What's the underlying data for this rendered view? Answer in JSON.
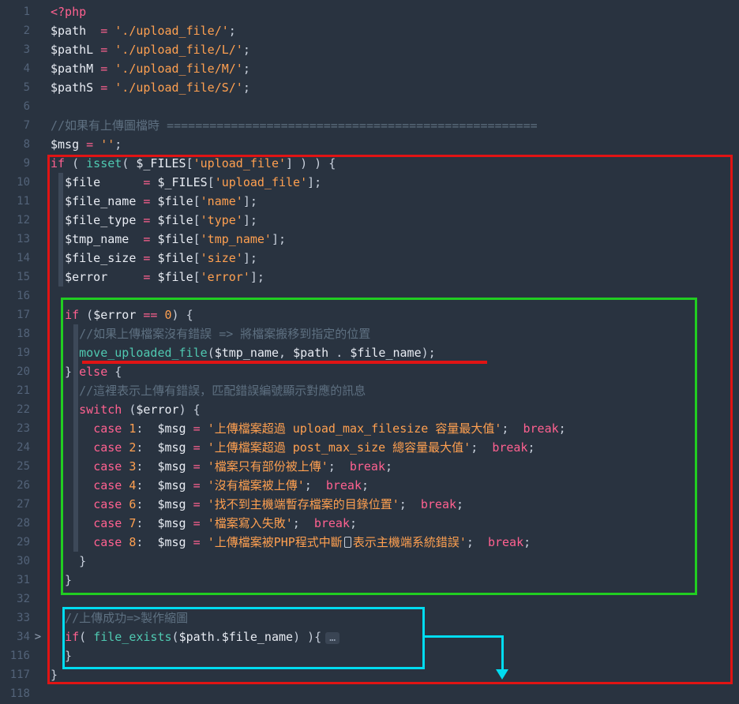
{
  "editor": {
    "colors": {
      "background": "#293340",
      "keyword": "#ff6190",
      "variable": "#e8ecf3",
      "string": "#ffa050",
      "number": "#ffa050",
      "func": "#4fc9b1",
      "comment": "#5e7081",
      "punctuation": "#c8d0dc",
      "line_number": "#536379"
    },
    "lines": [
      {
        "n": "1",
        "t": [
          [
            "k",
            "<?php"
          ]
        ]
      },
      {
        "n": "2",
        "t": [
          [
            "v",
            "$path"
          ],
          [
            "p",
            "  "
          ],
          [
            "o",
            "="
          ],
          [
            "p",
            " "
          ],
          [
            "s",
            "'./upload_file/'"
          ],
          [
            "p",
            ";"
          ]
        ]
      },
      {
        "n": "3",
        "t": [
          [
            "v",
            "$pathL"
          ],
          [
            "p",
            " "
          ],
          [
            "o",
            "="
          ],
          [
            "p",
            " "
          ],
          [
            "s",
            "'./upload_file/L/'"
          ],
          [
            "p",
            ";"
          ]
        ]
      },
      {
        "n": "4",
        "t": [
          [
            "v",
            "$pathM"
          ],
          [
            "p",
            " "
          ],
          [
            "o",
            "="
          ],
          [
            "p",
            " "
          ],
          [
            "s",
            "'./upload_file/M/'"
          ],
          [
            "p",
            ";"
          ]
        ]
      },
      {
        "n": "5",
        "t": [
          [
            "v",
            "$pathS"
          ],
          [
            "p",
            " "
          ],
          [
            "o",
            "="
          ],
          [
            "p",
            " "
          ],
          [
            "s",
            "'./upload_file/S/'"
          ],
          [
            "p",
            ";"
          ]
        ]
      },
      {
        "n": "6",
        "t": []
      },
      {
        "n": "7",
        "t": [
          [
            "c",
            "//如果有上傳圖檔時 ===================================================="
          ]
        ]
      },
      {
        "n": "8",
        "t": [
          [
            "v",
            "$msg"
          ],
          [
            "p",
            " "
          ],
          [
            "o",
            "="
          ],
          [
            "p",
            " "
          ],
          [
            "s",
            "''"
          ],
          [
            "p",
            ";"
          ]
        ]
      },
      {
        "n": "9",
        "t": [
          [
            "k",
            "if"
          ],
          [
            "p",
            " ( "
          ],
          [
            "f",
            "isset"
          ],
          [
            "p",
            "( "
          ],
          [
            "v",
            "$_FILES"
          ],
          [
            "p",
            "["
          ],
          [
            "s",
            "'upload_file'"
          ],
          [
            "p",
            "] ) ) {"
          ]
        ]
      },
      {
        "n": "10",
        "t": [
          [
            "p",
            "  "
          ],
          [
            "v",
            "$file"
          ],
          [
            "p",
            "      "
          ],
          [
            "o",
            "="
          ],
          [
            "p",
            " "
          ],
          [
            "v",
            "$_FILES"
          ],
          [
            "p",
            "["
          ],
          [
            "s",
            "'upload_file'"
          ],
          [
            "p",
            "];"
          ]
        ]
      },
      {
        "n": "11",
        "t": [
          [
            "p",
            "  "
          ],
          [
            "v",
            "$file_name"
          ],
          [
            "p",
            " "
          ],
          [
            "o",
            "="
          ],
          [
            "p",
            " "
          ],
          [
            "v",
            "$file"
          ],
          [
            "p",
            "["
          ],
          [
            "s",
            "'name'"
          ],
          [
            "p",
            "];"
          ]
        ]
      },
      {
        "n": "12",
        "t": [
          [
            "p",
            "  "
          ],
          [
            "v",
            "$file_type"
          ],
          [
            "p",
            " "
          ],
          [
            "o",
            "="
          ],
          [
            "p",
            " "
          ],
          [
            "v",
            "$file"
          ],
          [
            "p",
            "["
          ],
          [
            "s",
            "'type'"
          ],
          [
            "p",
            "];"
          ]
        ]
      },
      {
        "n": "13",
        "t": [
          [
            "p",
            "  "
          ],
          [
            "v",
            "$tmp_name"
          ],
          [
            "p",
            "  "
          ],
          [
            "o",
            "="
          ],
          [
            "p",
            " "
          ],
          [
            "v",
            "$file"
          ],
          [
            "p",
            "["
          ],
          [
            "s",
            "'tmp_name'"
          ],
          [
            "p",
            "];"
          ]
        ]
      },
      {
        "n": "14",
        "t": [
          [
            "p",
            "  "
          ],
          [
            "v",
            "$file_size"
          ],
          [
            "p",
            " "
          ],
          [
            "o",
            "="
          ],
          [
            "p",
            " "
          ],
          [
            "v",
            "$file"
          ],
          [
            "p",
            "["
          ],
          [
            "s",
            "'size'"
          ],
          [
            "p",
            "];"
          ]
        ]
      },
      {
        "n": "15",
        "t": [
          [
            "p",
            "  "
          ],
          [
            "v",
            "$error"
          ],
          [
            "p",
            "     "
          ],
          [
            "o",
            "="
          ],
          [
            "p",
            " "
          ],
          [
            "v",
            "$file"
          ],
          [
            "p",
            "["
          ],
          [
            "s",
            "'error'"
          ],
          [
            "p",
            "];"
          ]
        ]
      },
      {
        "n": "16",
        "t": []
      },
      {
        "n": "17",
        "t": [
          [
            "p",
            "  "
          ],
          [
            "k",
            "if"
          ],
          [
            "p",
            " ("
          ],
          [
            "v",
            "$error"
          ],
          [
            "p",
            " "
          ],
          [
            "o",
            "=="
          ],
          [
            "p",
            " "
          ],
          [
            "n",
            "0"
          ],
          [
            "p",
            ") {"
          ]
        ]
      },
      {
        "n": "18",
        "t": [
          [
            "p",
            "    "
          ],
          [
            "c",
            "//如果上傳檔案沒有錯誤 => 將檔案搬移到指定的位置"
          ]
        ]
      },
      {
        "n": "19",
        "t": [
          [
            "p",
            "    "
          ],
          [
            "f",
            "move_uploaded_file"
          ],
          [
            "p",
            "("
          ],
          [
            "v",
            "$tmp_name"
          ],
          [
            "p",
            ", "
          ],
          [
            "v",
            "$path"
          ],
          [
            "p",
            " . "
          ],
          [
            "v",
            "$file_name"
          ],
          [
            "p",
            ");"
          ]
        ]
      },
      {
        "n": "20",
        "t": [
          [
            "p",
            "  } "
          ],
          [
            "k",
            "else"
          ],
          [
            "p",
            " {"
          ]
        ]
      },
      {
        "n": "21",
        "t": [
          [
            "p",
            "    "
          ],
          [
            "c",
            "//這裡表示上傳有錯誤，匹配錯誤編號顯示對應的訊息"
          ]
        ]
      },
      {
        "n": "22",
        "t": [
          [
            "p",
            "    "
          ],
          [
            "k",
            "switch"
          ],
          [
            "p",
            " ("
          ],
          [
            "v",
            "$error"
          ],
          [
            "p",
            ") {"
          ]
        ]
      },
      {
        "n": "23",
        "t": [
          [
            "p",
            "      "
          ],
          [
            "k",
            "case"
          ],
          [
            "p",
            " "
          ],
          [
            "n",
            "1"
          ],
          [
            "p",
            ":  "
          ],
          [
            "v",
            "$msg"
          ],
          [
            "p",
            " "
          ],
          [
            "o",
            "="
          ],
          [
            "p",
            " "
          ],
          [
            "s",
            "'上傳檔案超過 upload_max_filesize 容量最大值'"
          ],
          [
            "p",
            ";  "
          ],
          [
            "k",
            "break"
          ],
          [
            "p",
            ";"
          ]
        ]
      },
      {
        "n": "24",
        "t": [
          [
            "p",
            "      "
          ],
          [
            "k",
            "case"
          ],
          [
            "p",
            " "
          ],
          [
            "n",
            "2"
          ],
          [
            "p",
            ":  "
          ],
          [
            "v",
            "$msg"
          ],
          [
            "p",
            " "
          ],
          [
            "o",
            "="
          ],
          [
            "p",
            " "
          ],
          [
            "s",
            "'上傳檔案超過 post_max_size 總容量最大值'"
          ],
          [
            "p",
            ";  "
          ],
          [
            "k",
            "break"
          ],
          [
            "p",
            ";"
          ]
        ]
      },
      {
        "n": "25",
        "t": [
          [
            "p",
            "      "
          ],
          [
            "k",
            "case"
          ],
          [
            "p",
            " "
          ],
          [
            "n",
            "3"
          ],
          [
            "p",
            ":  "
          ],
          [
            "v",
            "$msg"
          ],
          [
            "p",
            " "
          ],
          [
            "o",
            "="
          ],
          [
            "p",
            " "
          ],
          [
            "s",
            "'檔案只有部份被上傳'"
          ],
          [
            "p",
            ";  "
          ],
          [
            "k",
            "break"
          ],
          [
            "p",
            ";"
          ]
        ]
      },
      {
        "n": "26",
        "t": [
          [
            "p",
            "      "
          ],
          [
            "k",
            "case"
          ],
          [
            "p",
            " "
          ],
          [
            "n",
            "4"
          ],
          [
            "p",
            ":  "
          ],
          [
            "v",
            "$msg"
          ],
          [
            "p",
            " "
          ],
          [
            "o",
            "="
          ],
          [
            "p",
            " "
          ],
          [
            "s",
            "'沒有檔案被上傳'"
          ],
          [
            "p",
            ";  "
          ],
          [
            "k",
            "break"
          ],
          [
            "p",
            ";"
          ]
        ]
      },
      {
        "n": "27",
        "t": [
          [
            "p",
            "      "
          ],
          [
            "k",
            "case"
          ],
          [
            "p",
            " "
          ],
          [
            "n",
            "6"
          ],
          [
            "p",
            ":  "
          ],
          [
            "v",
            "$msg"
          ],
          [
            "p",
            " "
          ],
          [
            "o",
            "="
          ],
          [
            "p",
            " "
          ],
          [
            "s",
            "'找不到主機端暫存檔案的目錄位置'"
          ],
          [
            "p",
            ";  "
          ],
          [
            "k",
            "break"
          ],
          [
            "p",
            ";"
          ]
        ]
      },
      {
        "n": "28",
        "t": [
          [
            "p",
            "      "
          ],
          [
            "k",
            "case"
          ],
          [
            "p",
            " "
          ],
          [
            "n",
            "7"
          ],
          [
            "p",
            ":  "
          ],
          [
            "v",
            "$msg"
          ],
          [
            "p",
            " "
          ],
          [
            "o",
            "="
          ],
          [
            "p",
            " "
          ],
          [
            "s",
            "'檔案寫入失敗'"
          ],
          [
            "p",
            ";  "
          ],
          [
            "k",
            "break"
          ],
          [
            "p",
            ";"
          ]
        ]
      },
      {
        "n": "29",
        "t": [
          [
            "p",
            "      "
          ],
          [
            "k",
            "case"
          ],
          [
            "p",
            " "
          ],
          [
            "n",
            "8"
          ],
          [
            "p",
            ":  "
          ],
          [
            "v",
            "$msg"
          ],
          [
            "p",
            " "
          ],
          [
            "o",
            "="
          ],
          [
            "p",
            " "
          ],
          [
            "s",
            "'上傳檔案被PHP程式中斷"
          ],
          [
            "box",
            ""
          ],
          [
            "s",
            "表示主機端系統錯誤'"
          ],
          [
            "p",
            ";  "
          ],
          [
            "k",
            "break"
          ],
          [
            "p",
            ";"
          ]
        ]
      },
      {
        "n": "30",
        "t": [
          [
            "p",
            "    }"
          ]
        ]
      },
      {
        "n": "31",
        "t": [
          [
            "p",
            "  }"
          ]
        ]
      },
      {
        "n": "32",
        "t": []
      },
      {
        "n": "33",
        "t": [
          [
            "p",
            "  "
          ],
          [
            "c",
            "//上傳成功=>製作縮圖"
          ]
        ]
      },
      {
        "n": "34",
        "fold": true,
        "t": [
          [
            "p",
            "  "
          ],
          [
            "k",
            "if"
          ],
          [
            "p",
            "( "
          ],
          [
            "f",
            "file_exists"
          ],
          [
            "p",
            "("
          ],
          [
            "v",
            "$path"
          ],
          [
            "p",
            "."
          ],
          [
            "v",
            "$file_name"
          ],
          [
            "p",
            ") ){"
          ],
          [
            "ell",
            "…"
          ]
        ]
      },
      {
        "n": "116",
        "t": [
          [
            "p",
            "  }"
          ]
        ]
      },
      {
        "n": "117",
        "t": [
          [
            "p",
            "}"
          ]
        ]
      },
      {
        "n": "118",
        "t": []
      }
    ]
  },
  "annotations": {
    "red_box_color": "#e11414",
    "green_box_color": "#21cd21",
    "cyan_color": "#00dcf0",
    "underline_color": "#e11414",
    "fold_chevron": ">",
    "folded_ellipsis": "…"
  }
}
